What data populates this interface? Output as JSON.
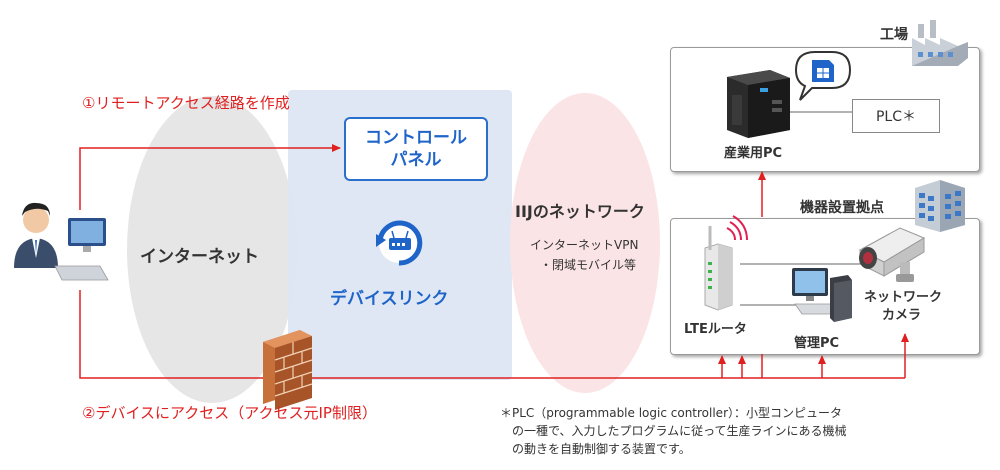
{
  "steps": {
    "step1": "①リモートアクセス経路を作成",
    "step2": "②デバイスにアクセス（アクセス元IP制限）"
  },
  "zones": {
    "internet": "インターネット",
    "device_link": "デバイスリンク",
    "iij_network": "IIJのネットワーク",
    "iij_desc_line1": "インターネットVPN",
    "iij_desc_line2": "・閉域モバイル等"
  },
  "control_panel": {
    "line1": "コントロール",
    "line2": "パネル"
  },
  "factory": {
    "title": "工場",
    "industrial_pc": "産業用PC",
    "plc": "PLC＊"
  },
  "site": {
    "title": "機器設置拠点",
    "lte_router": "LTEルータ",
    "management_pc": "管理PC",
    "camera_line1": "ネットワーク",
    "camera_line2": "カメラ"
  },
  "footnote": {
    "line1": "＊PLC（programmable logic controller）：小型コンピュータ",
    "line2": "の一種で、入力したプログラムに従って生産ラインにある機械",
    "line3": "の動きを自動制御する装置です。"
  },
  "colors": {
    "accent_blue": "#1f64c8",
    "arrow_red": "#e02020",
    "internet_gray": "#e6e6e6",
    "devicelink_blue": "#dce6f2",
    "iij_pink": "#fbe4e6"
  }
}
